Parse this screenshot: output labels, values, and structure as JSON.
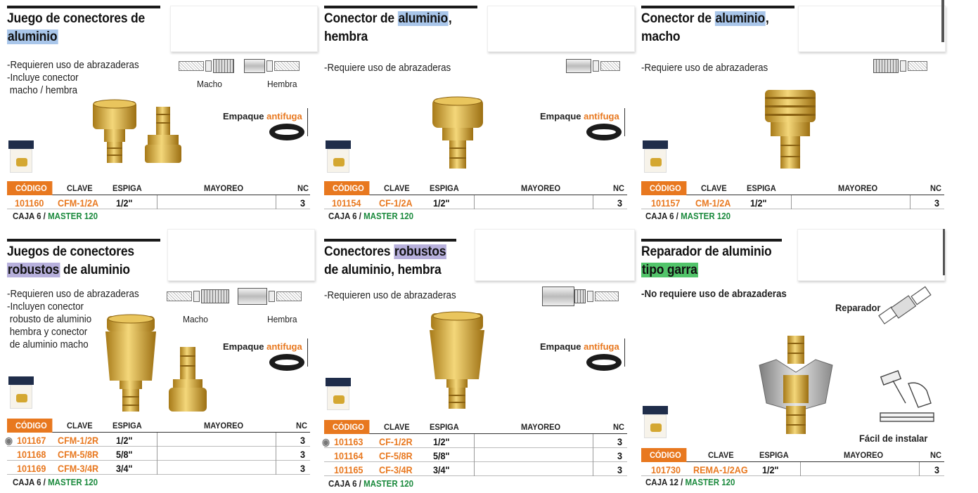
{
  "panels": [
    {
      "title_parts": [
        {
          "text": "Juego de conectores de ",
          "hl": ""
        },
        {
          "text": "aluminio",
          "hl": "blue"
        }
      ],
      "bullets": [
        "-Requieren uso de abrazaderas",
        "-Incluye conector",
        " macho / hembra"
      ],
      "diagram_labels": [
        "Macho",
        "Hembra"
      ],
      "empaque": {
        "prefix": "Empaque ",
        "highlight": "antifuga"
      },
      "headers": {
        "codigo": "CÓDIGO",
        "clave": "CLAVE",
        "espiga": "ESPIGA",
        "mayoreo": "MAYOREO",
        "nc": "NC"
      },
      "rows": [
        {
          "codigo": "101160",
          "clave": "CFM-1/2A",
          "espiga": "1/2\"",
          "nc": "3"
        }
      ],
      "caja": {
        "prefix": "CAJA 6 / ",
        "master": "MASTER 120"
      }
    },
    {
      "title_parts": [
        {
          "text": "Conector de ",
          "hl": ""
        },
        {
          "text": "aluminio",
          "hl": "blue"
        },
        {
          "text": ",",
          "hl": ""
        },
        {
          "text": "\nhembra",
          "hl": ""
        }
      ],
      "bullets": [
        "-Requiere uso de abrazaderas"
      ],
      "empaque": {
        "prefix": "Empaque ",
        "highlight": "antifuga"
      },
      "headers": {
        "codigo": "CÓDIGO",
        "clave": "CLAVE",
        "espiga": "ESPIGA",
        "mayoreo": "MAYOREO",
        "nc": "NC"
      },
      "rows": [
        {
          "codigo": "101154",
          "clave": "CF-1/2A",
          "espiga": "1/2\"",
          "nc": "3"
        }
      ],
      "caja": {
        "prefix": "CAJA 6 / ",
        "master": "MASTER 120"
      }
    },
    {
      "title_parts": [
        {
          "text": "Conector de ",
          "hl": ""
        },
        {
          "text": "aluminio",
          "hl": "blue"
        },
        {
          "text": ",",
          "hl": ""
        },
        {
          "text": "\nmacho",
          "hl": ""
        }
      ],
      "bullets": [
        "-Requiere uso de abrazaderas"
      ],
      "headers": {
        "codigo": "CÓDIGO",
        "clave": "CLAVE",
        "espiga": "ESPIGA",
        "mayoreo": "MAYOREO",
        "nc": "NC"
      },
      "rows": [
        {
          "codigo": "101157",
          "clave": "CM-1/2A",
          "espiga": "1/2\"",
          "nc": "3"
        }
      ],
      "caja": {
        "prefix": "CAJA 6 / ",
        "master": "MASTER 120"
      }
    },
    {
      "title_parts": [
        {
          "text": "Juegos de conectores\n",
          "hl": ""
        },
        {
          "text": "robustos",
          "hl": "purple"
        },
        {
          "text": " de aluminio",
          "hl": ""
        }
      ],
      "bullets": [
        "-Requieren uso de abrazaderas",
        "-Incluyen conector",
        " robusto de aluminio",
        " hembra y conector",
        " de aluminio macho"
      ],
      "diagram_labels": [
        "Macho",
        "Hembra"
      ],
      "empaque": {
        "prefix": "Empaque ",
        "highlight": "antifuga"
      },
      "headers": {
        "codigo": "CÓDIGO",
        "clave": "CLAVE",
        "espiga": "ESPIGA",
        "mayoreo": "MAYOREO",
        "nc": "NC"
      },
      "rows": [
        {
          "codigo": "101167",
          "clave": "CFM-1/2R",
          "espiga": "1/2\"",
          "nc": "3",
          "eye": true
        },
        {
          "codigo": "101168",
          "clave": "CFM-5/8R",
          "espiga": "5/8\"",
          "nc": "3"
        },
        {
          "codigo": "101169",
          "clave": "CFM-3/4R",
          "espiga": "3/4\"",
          "nc": "3"
        }
      ],
      "caja": {
        "prefix": "CAJA 6 / ",
        "master": "MASTER 120"
      }
    },
    {
      "title_parts": [
        {
          "text": "Conectores ",
          "hl": ""
        },
        {
          "text": "robustos",
          "hl": "purple"
        },
        {
          "text": "\nde aluminio, ",
          "hl": ""
        },
        {
          "text": "hembra",
          "hl": "bold"
        }
      ],
      "bullets": [
        "-Requieren uso de abrazaderas"
      ],
      "empaque": {
        "prefix": "Empaque ",
        "highlight": "antifuga"
      },
      "headers": {
        "codigo": "CÓDIGO",
        "clave": "CLAVE",
        "espiga": "ESPIGA",
        "mayoreo": "MAYOREO",
        "nc": "NC"
      },
      "rows": [
        {
          "codigo": "101163",
          "clave": "CF-1/2R",
          "espiga": "1/2\"",
          "nc": "3",
          "eye": true
        },
        {
          "codigo": "101164",
          "clave": "CF-5/8R",
          "espiga": "5/8\"",
          "nc": "3"
        },
        {
          "codigo": "101165",
          "clave": "CF-3/4R",
          "espiga": "3/4\"",
          "nc": "3"
        }
      ],
      "caja": {
        "prefix": "CAJA 6 / ",
        "master": "MASTER 120"
      }
    },
    {
      "title_parts": [
        {
          "text": "Reparador de aluminio\n",
          "hl": ""
        },
        {
          "text": "tipo garra",
          "hl": "green"
        }
      ],
      "bullets": [
        "-No requiere uso de abrazaderas"
      ],
      "reparador_label": "Reparador",
      "facil_label": "Fácil de instalar",
      "headers": {
        "codigo": "CÓDIGO",
        "clave": "CLAVE",
        "espiga": "ESPIGA",
        "mayoreo": "MAYOREO",
        "nc": "NC"
      },
      "rows": [
        {
          "codigo": "101730",
          "clave": "REMA-1/2AG",
          "espiga": "1/2\"",
          "nc": "3"
        }
      ],
      "caja": {
        "prefix": "CAJA 12 / ",
        "master": "MASTER 120"
      }
    }
  ],
  "colors": {
    "orange": "#e8781f",
    "green": "#1b8a3d",
    "brass": "#d4a731",
    "highlight_blue": "#a9c6ea",
    "highlight_purple": "#b7b0dc",
    "highlight_green": "#52c46a"
  }
}
